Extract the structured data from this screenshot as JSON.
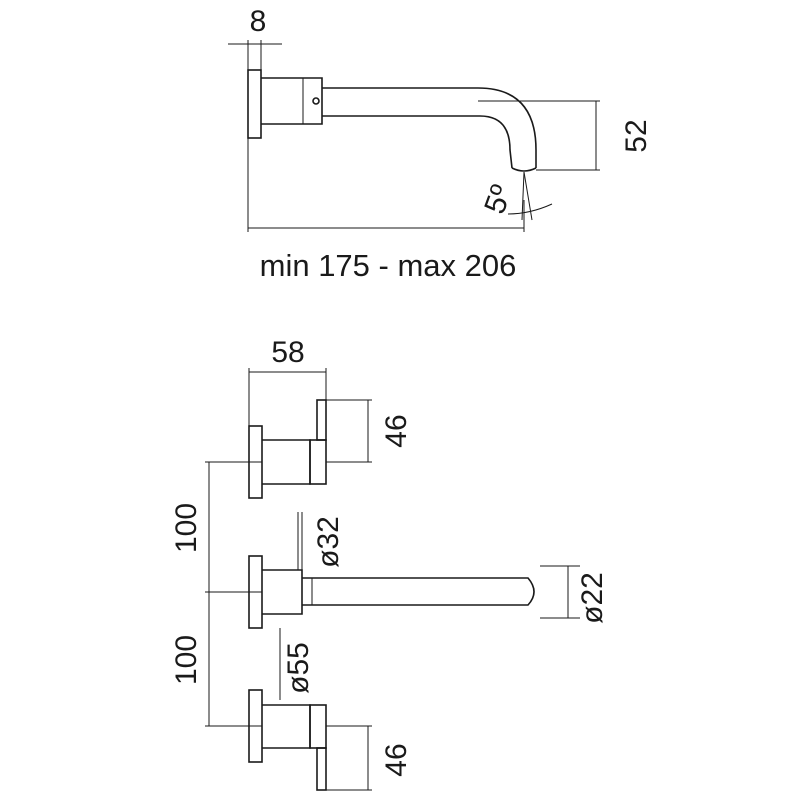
{
  "side_view": {
    "flange_thickness": "8",
    "spout_drop": "52",
    "angle": "5º",
    "projection": "min 175 - max 206"
  },
  "front_view": {
    "body_width": "58",
    "handle_height_top": "46",
    "handle_height_bottom": "46",
    "spacing_upper": "100",
    "spacing_lower": "100",
    "spout_collar_diameter": "ø32",
    "rosette_diameter": "ø55",
    "spout_diameter": "ø22"
  },
  "colors": {
    "line": "#1a1a1a",
    "background": "#ffffff"
  }
}
